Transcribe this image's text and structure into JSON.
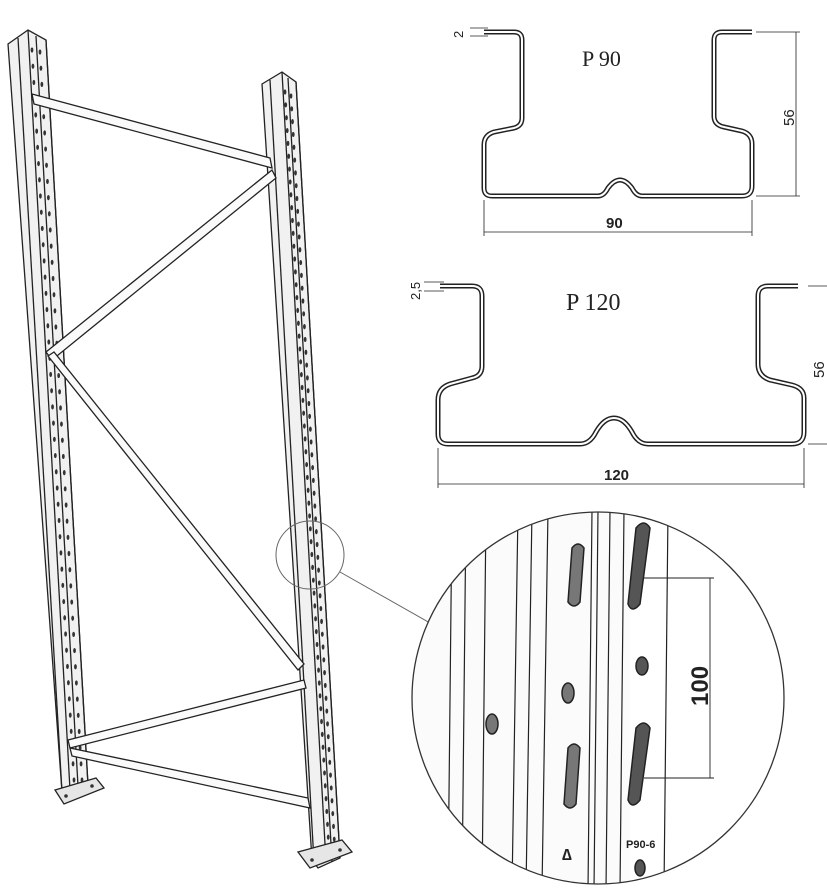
{
  "profiles": [
    {
      "name": "P 90",
      "thickness_label": "2",
      "width_label": "90",
      "height_label": "56"
    },
    {
      "name": "P 120",
      "thickness_label": "2,5",
      "width_label": "120",
      "height_label": "56"
    }
  ],
  "detail": {
    "pitch_label": "100",
    "stamp_label": "P90-6"
  },
  "colors": {
    "line": "#222222",
    "steel_light": "#f2f2f2",
    "steel_mid": "#d8d8d8",
    "steel_dark": "#9a9a9a"
  }
}
